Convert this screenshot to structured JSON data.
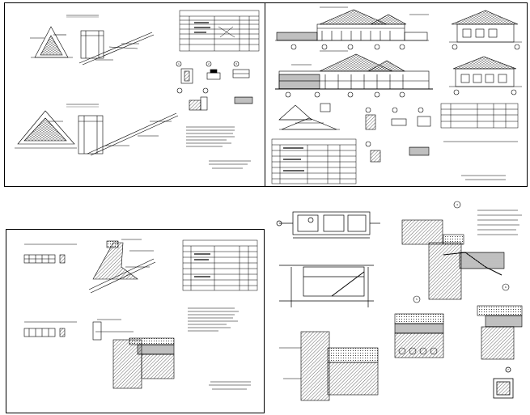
{
  "canvas": {
    "background": "#ffffff",
    "ink": "#000000",
    "hatch": "#000000"
  },
  "sheets": [
    {
      "id": "sheet-top-left",
      "kind": "roof-truss-drawings"
    },
    {
      "id": "sheet-top-right",
      "kind": "facades-and-node-details"
    },
    {
      "id": "sheet-bottom-left",
      "kind": "stair-and-wall-node-details"
    },
    {
      "id": "sheet-bottom-right",
      "kind": "plan-sections-and-details"
    }
  ],
  "callouts": [
    "1",
    "2",
    "3",
    "4",
    "5",
    "6",
    "7"
  ]
}
